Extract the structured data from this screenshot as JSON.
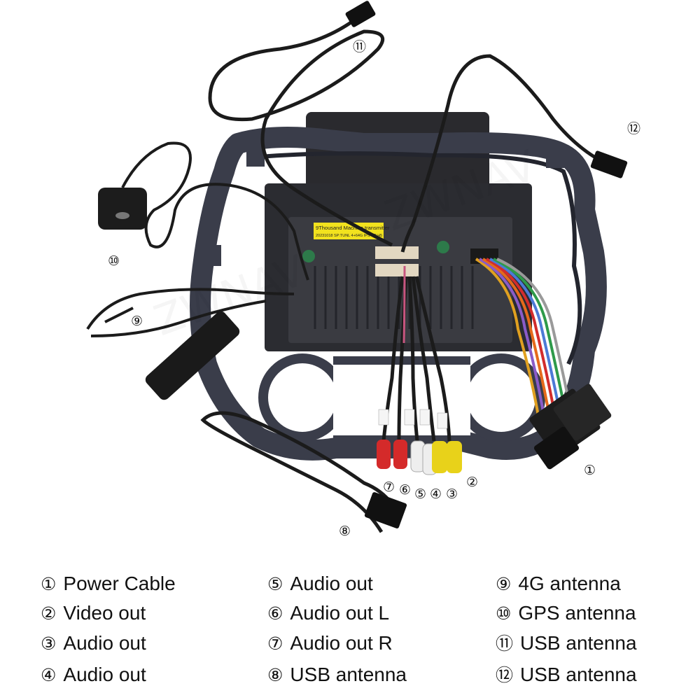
{
  "callouts": {
    "c1": "①",
    "c2": "②",
    "c3": "③",
    "c4": "④",
    "c5": "⑤",
    "c6": "⑥",
    "c7": "⑦",
    "c8": "⑧",
    "c9": "⑨",
    "c10": "⑩",
    "c11": "⑪",
    "c12": "⑫"
  },
  "sticker": {
    "line1": "9Thousand Machine transmitter",
    "line2": "20231018 SP:TUNL 4+64G IPS DP H5"
  },
  "legend": {
    "items": [
      {
        "num": "①",
        "label": "Power Cable"
      },
      {
        "num": "②",
        "label": "Video out"
      },
      {
        "num": "③",
        "label": "Audio out"
      },
      {
        "num": "④",
        "label": "Audio out"
      },
      {
        "num": "⑤",
        "label": "Audio out"
      },
      {
        "num": "⑥",
        "label": "Audio out L"
      },
      {
        "num": "⑦",
        "label": "Audio out R"
      },
      {
        "num": "⑧",
        "label": "USB antenna"
      },
      {
        "num": "⑨",
        "label": "4G antenna"
      },
      {
        "num": "⑩",
        "label": "GPS antenna"
      },
      {
        "num": "⑪",
        "label": "USB antenna"
      },
      {
        "num": "⑫",
        "label": "USB antenna"
      }
    ]
  },
  "colors": {
    "frame": "#3a3d4a",
    "unit": "#2b2c31",
    "rca_red": "#d42a2a",
    "rca_white": "#eeeeee",
    "rca_yellow": "#e8d21a",
    "sticker": "#f2e21e"
  }
}
